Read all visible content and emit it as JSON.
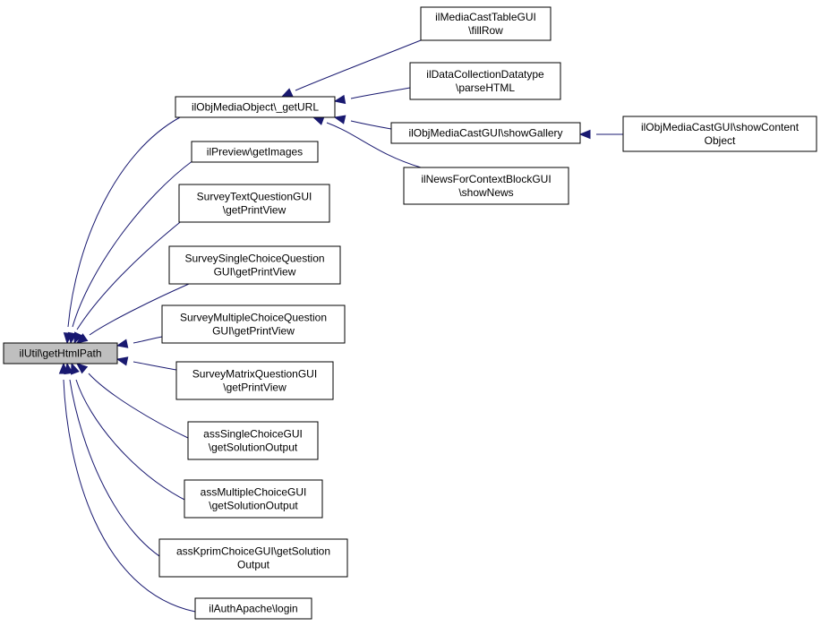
{
  "nodes": {
    "n0": {
      "lines": [
        "ilUtil\\getHtmlPath"
      ],
      "focus": true
    },
    "n1": {
      "lines": [
        "ilObjMediaObject\\_getURL"
      ]
    },
    "n2": {
      "lines": [
        "ilPreview\\getImages"
      ]
    },
    "n3": {
      "lines": [
        "SurveyTextQuestionGUI",
        "\\getPrintView"
      ]
    },
    "n4": {
      "lines": [
        "SurveySingleChoiceQuestion",
        "GUI\\getPrintView"
      ]
    },
    "n5": {
      "lines": [
        "SurveyMultipleChoiceQuestion",
        "GUI\\getPrintView"
      ]
    },
    "n6": {
      "lines": [
        "SurveyMatrixQuestionGUI",
        "\\getPrintView"
      ]
    },
    "n7": {
      "lines": [
        "assSingleChoiceGUI",
        "\\getSolutionOutput"
      ]
    },
    "n8": {
      "lines": [
        "assMultipleChoiceGUI",
        "\\getSolutionOutput"
      ]
    },
    "n9": {
      "lines": [
        "assKprimChoiceGUI\\getSolution",
        "Output"
      ]
    },
    "n10": {
      "lines": [
        "ilAuthApache\\login"
      ]
    },
    "n11": {
      "lines": [
        "ilMediaCastTableGUI",
        "\\fillRow"
      ]
    },
    "n12": {
      "lines": [
        "ilDataCollectionDatatype",
        "\\parseHTML"
      ]
    },
    "n13": {
      "lines": [
        "ilObjMediaCastGUI\\showGallery"
      ]
    },
    "n14": {
      "lines": [
        "ilNewsForContextBlockGUI",
        "\\showNews"
      ]
    },
    "n15": {
      "lines": [
        "ilObjMediaCastGUI\\showContent",
        "Object"
      ]
    }
  },
  "edges": [
    {
      "from": "n1",
      "to": "n0"
    },
    {
      "from": "n2",
      "to": "n0"
    },
    {
      "from": "n3",
      "to": "n0"
    },
    {
      "from": "n4",
      "to": "n0"
    },
    {
      "from": "n5",
      "to": "n0"
    },
    {
      "from": "n6",
      "to": "n0"
    },
    {
      "from": "n7",
      "to": "n0"
    },
    {
      "from": "n8",
      "to": "n0"
    },
    {
      "from": "n9",
      "to": "n0"
    },
    {
      "from": "n10",
      "to": "n0"
    },
    {
      "from": "n11",
      "to": "n1"
    },
    {
      "from": "n12",
      "to": "n1"
    },
    {
      "from": "n13",
      "to": "n1"
    },
    {
      "from": "n14",
      "to": "n1"
    },
    {
      "from": "n15",
      "to": "n13"
    }
  ],
  "colors": {
    "edge": "#191970",
    "focus_fill": "#bfbfbf",
    "node_fill": "#ffffff",
    "node_stroke": "#000000"
  }
}
